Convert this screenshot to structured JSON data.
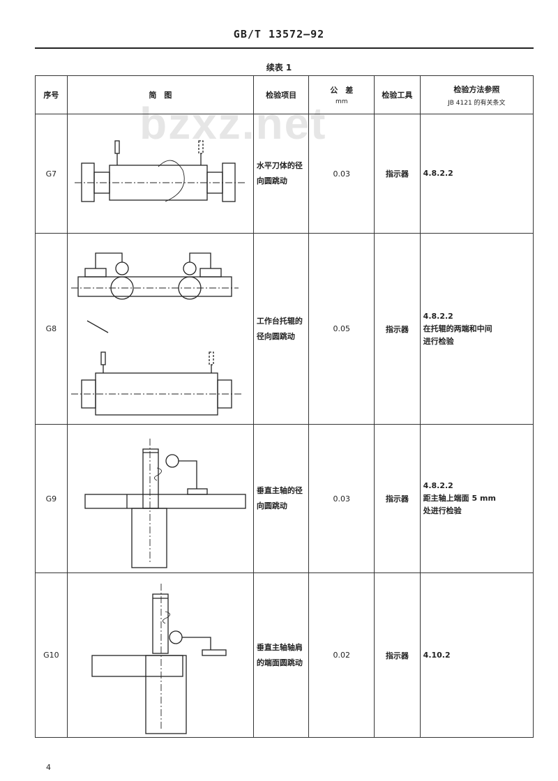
{
  "header": {
    "standard": "GB/T 13572—92",
    "caption": "续表 1",
    "watermark": "bzxz.net"
  },
  "columns": {
    "no": "序号",
    "figure": "简　图",
    "item": "检验项目",
    "tolerance": "公　差",
    "tolerance_unit": "mm",
    "tool": "检验工具",
    "method": "检验方法参照",
    "method_sub": "JB 4121 的有关条文"
  },
  "rows": [
    {
      "no": "G7",
      "item": "水平刀体的径向圆跳动",
      "tolerance": "0.03",
      "tool": "指示器",
      "method": [
        "4.8.2.2"
      ]
    },
    {
      "no": "G8",
      "item": "工作台托辊的径向圆跳动",
      "tolerance": "0.05",
      "tool": "指示器",
      "method": [
        "4.8.2.2",
        "在托辊的两端和中间",
        "进行检验"
      ]
    },
    {
      "no": "G9",
      "item": "垂直主轴的径向圆跳动",
      "tolerance": "0.03",
      "tool": "指示器",
      "method": [
        "4.8.2.2",
        "距主轴上端面 5 mm",
        "处进行检验"
      ]
    },
    {
      "no": "G10",
      "item": "垂直主轴轴肩的端面圆跳动",
      "tolerance": "0.02",
      "tool": "指示器",
      "method": [
        "4.10.2"
      ]
    }
  ],
  "footer": {
    "page": "4"
  }
}
